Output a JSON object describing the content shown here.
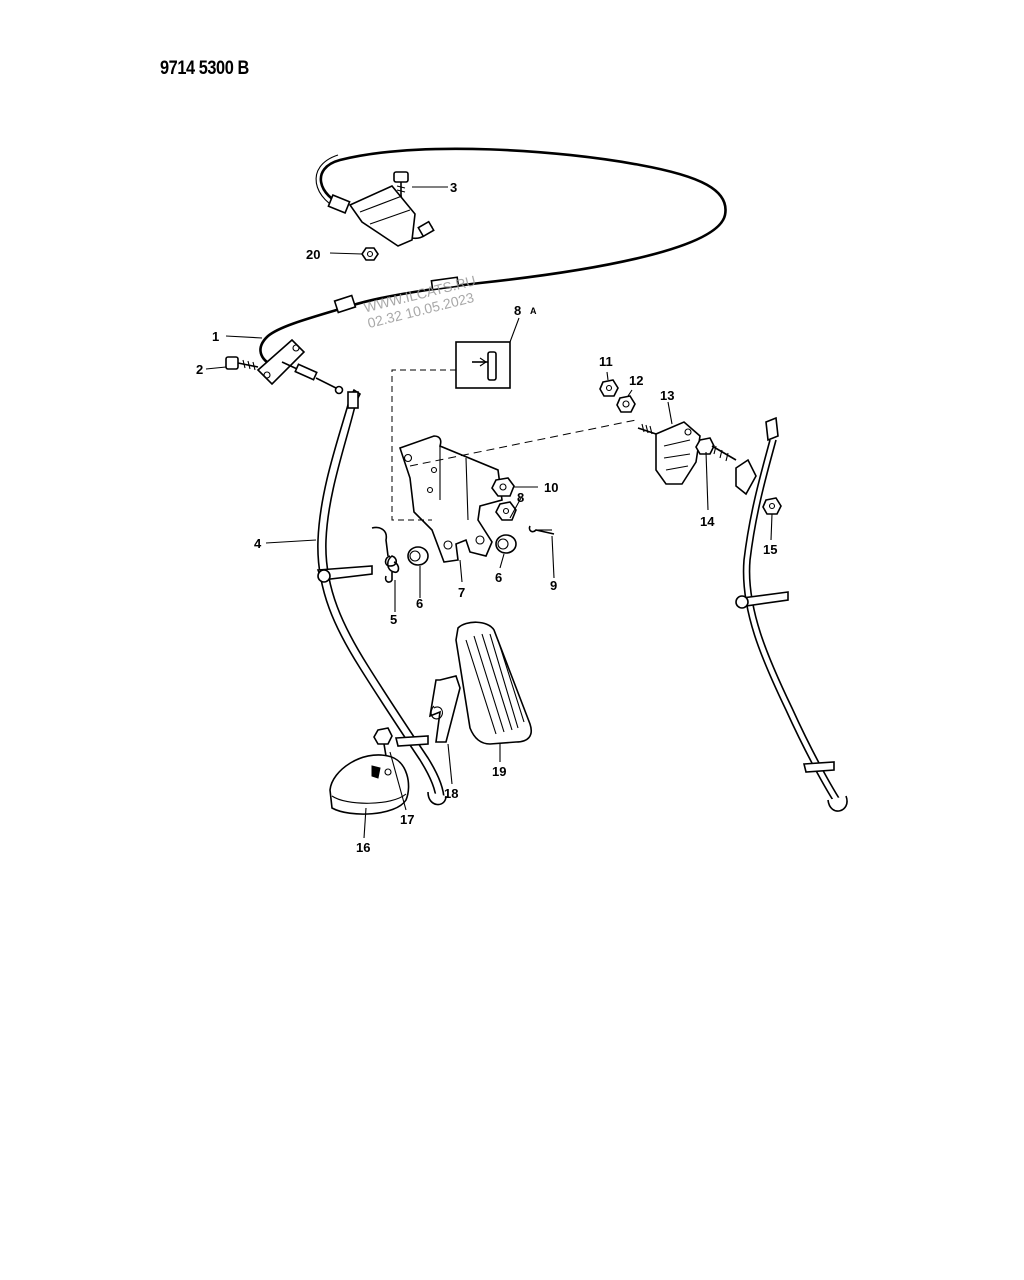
{
  "document": {
    "code": "9714 5300 B"
  },
  "watermark": {
    "line1": "WWW.ILCATS.RU",
    "line2": "02.32 10.05.2023"
  },
  "callouts": [
    {
      "id": "c1",
      "label": "1"
    },
    {
      "id": "c2",
      "label": "2"
    },
    {
      "id": "c3",
      "label": "3"
    },
    {
      "id": "c4",
      "label": "4"
    },
    {
      "id": "c5",
      "label": "5"
    },
    {
      "id": "c6a",
      "label": "6"
    },
    {
      "id": "c6b",
      "label": "6"
    },
    {
      "id": "c7",
      "label": "7"
    },
    {
      "id": "c8",
      "label": "8"
    },
    {
      "id": "c8a",
      "label": "8",
      "suffix": "A"
    },
    {
      "id": "c9",
      "label": "9"
    },
    {
      "id": "c10",
      "label": "10"
    },
    {
      "id": "c11",
      "label": "11"
    },
    {
      "id": "c12",
      "label": "12"
    },
    {
      "id": "c13",
      "label": "13"
    },
    {
      "id": "c14",
      "label": "14"
    },
    {
      "id": "c15",
      "label": "15"
    },
    {
      "id": "c16",
      "label": "16"
    },
    {
      "id": "c17",
      "label": "17"
    },
    {
      "id": "c18",
      "label": "18"
    },
    {
      "id": "c19",
      "label": "19"
    },
    {
      "id": "c20",
      "label": "20"
    }
  ]
}
